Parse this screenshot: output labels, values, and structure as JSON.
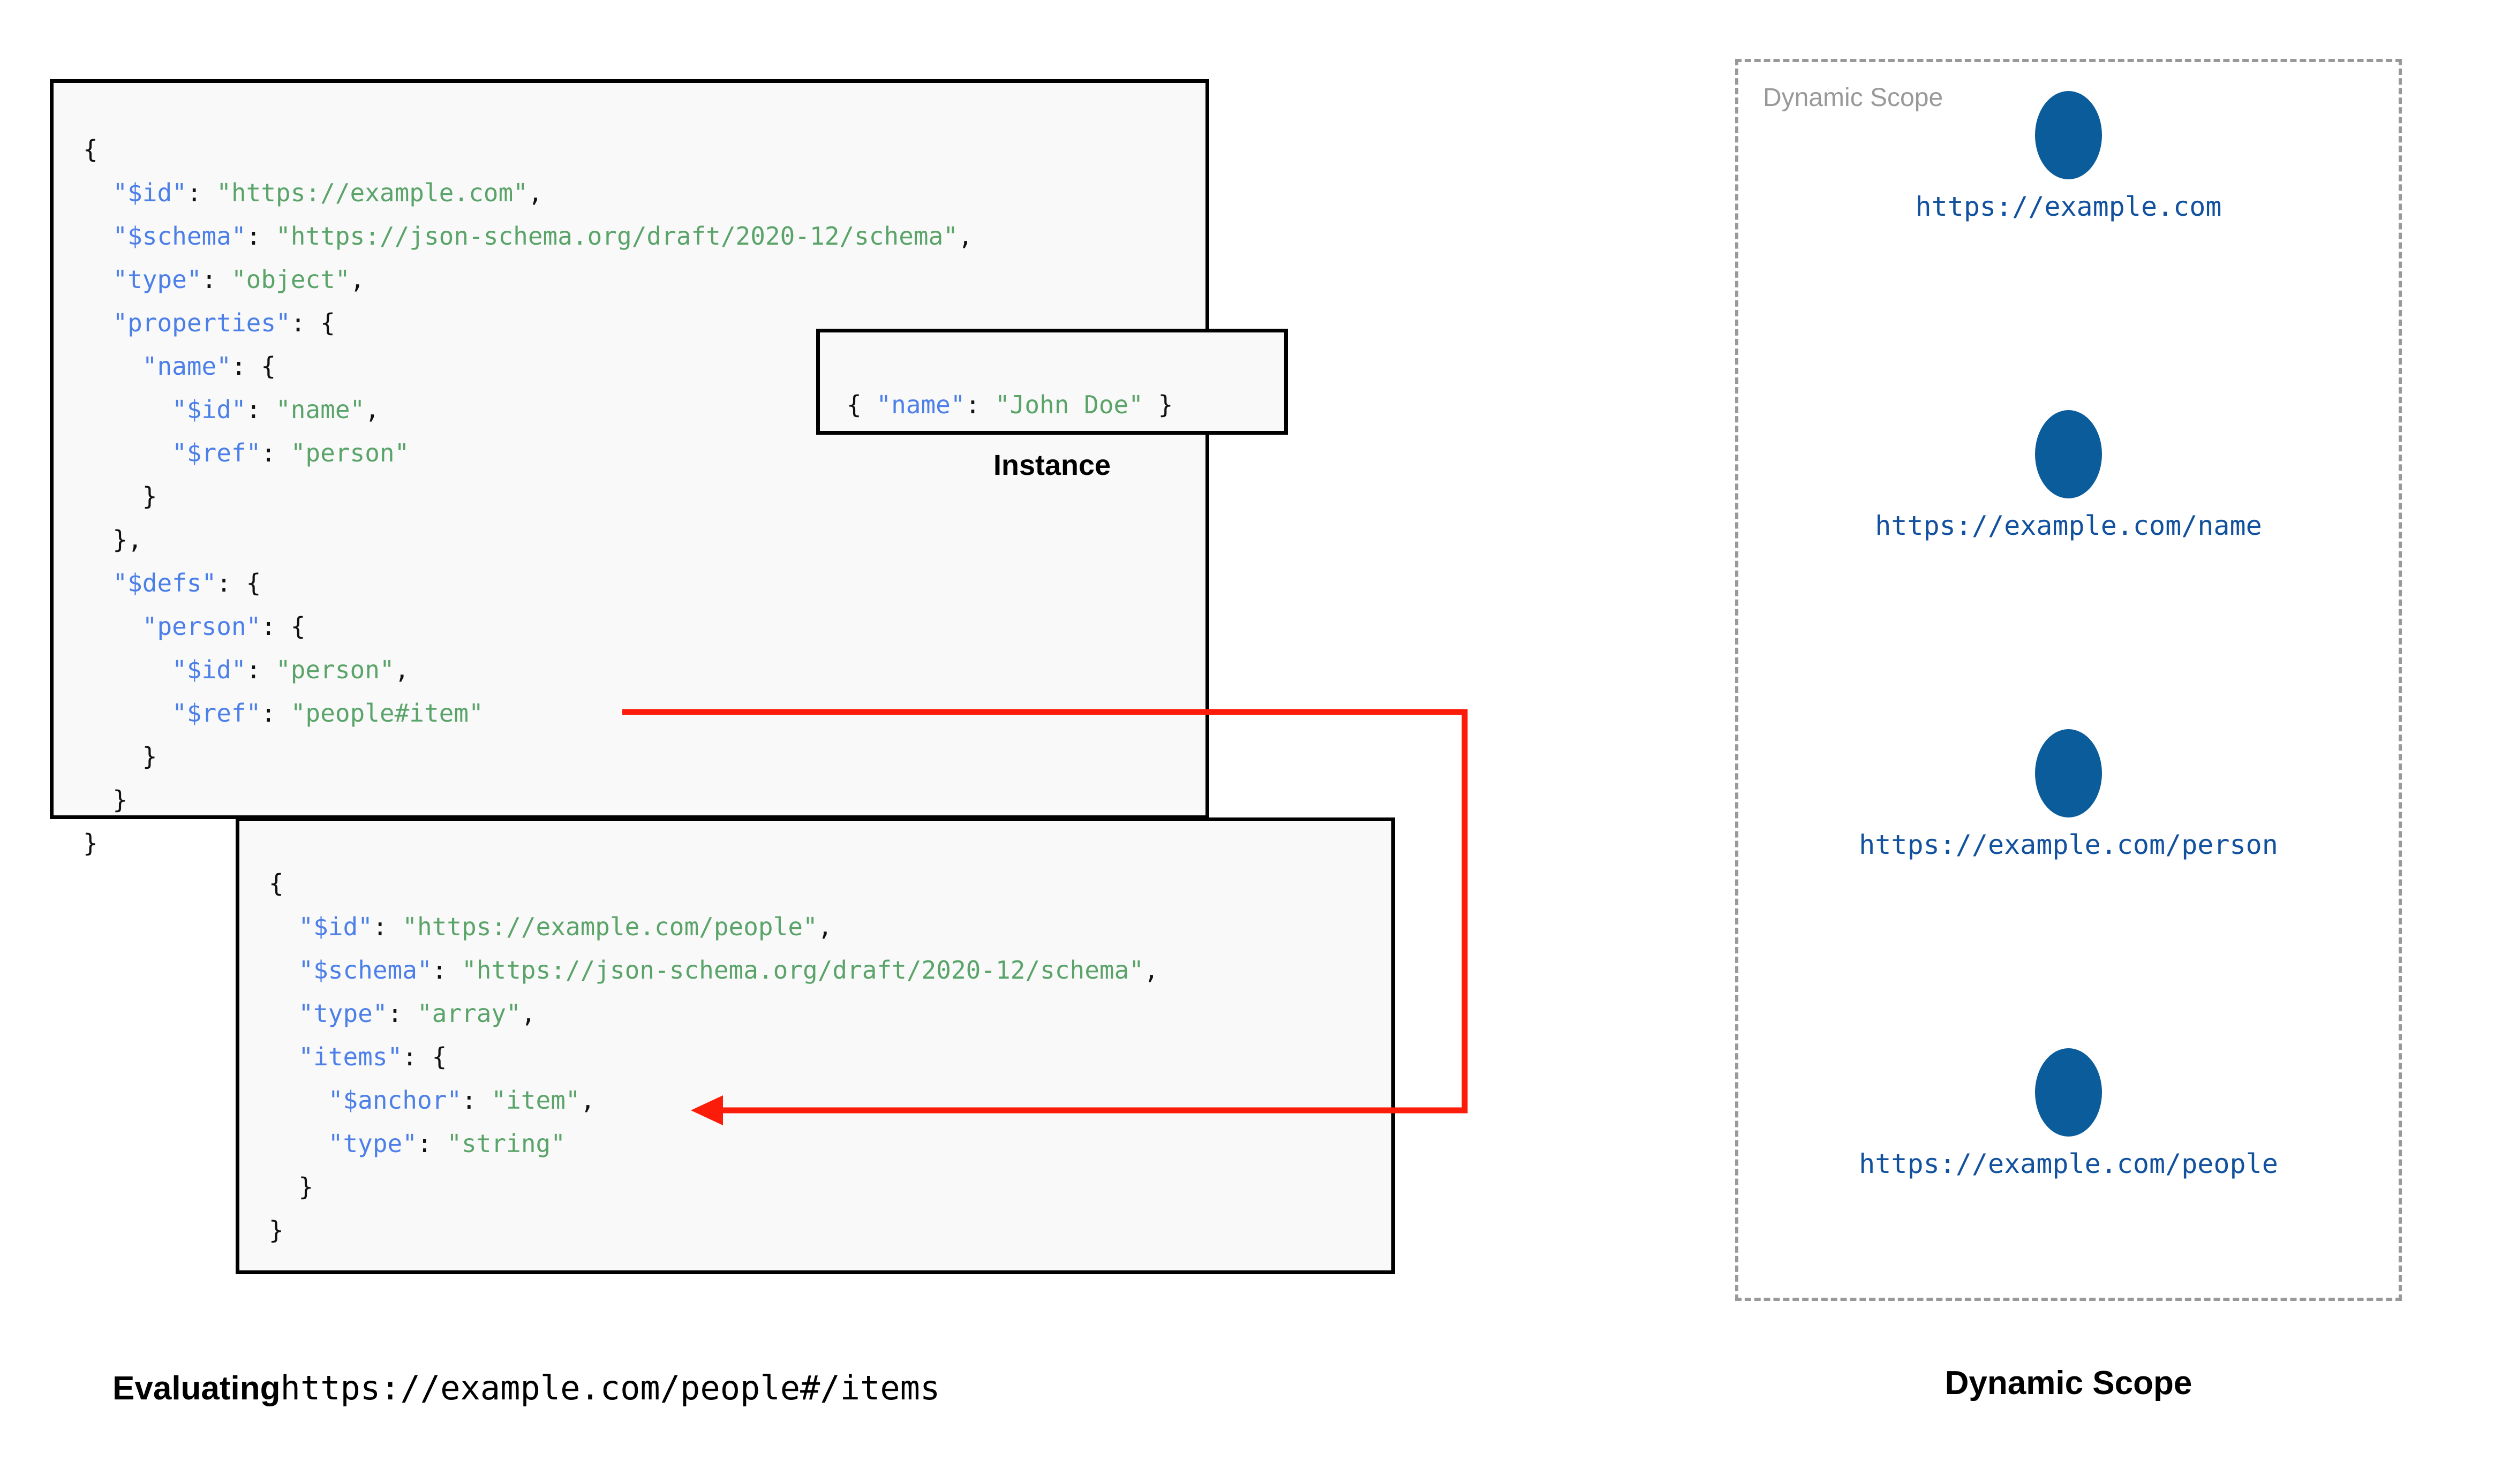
{
  "colors": {
    "json_key": "#4c7fe8",
    "json_string": "#5aa469",
    "punctuation": "#111111",
    "box_border": "#000000",
    "box_fill": "#f9f9f9",
    "ref_arrow": "#fb1c0a",
    "scope_node_fill": "#0b5c9b",
    "scope_label": "#12519e",
    "scope_border": "#999999",
    "scope_inner_label": "#999999"
  },
  "schema_root": {
    "lines": [
      [
        {
          "t": "{",
          "c": "p"
        }
      ],
      [
        {
          "t": "  ",
          "c": "p"
        },
        {
          "t": "\"$id\"",
          "c": "k"
        },
        {
          "t": ": ",
          "c": "p"
        },
        {
          "t": "\"https://example.com\"",
          "c": "s"
        },
        {
          "t": ",",
          "c": "p"
        }
      ],
      [
        {
          "t": "  ",
          "c": "p"
        },
        {
          "t": "\"$schema\"",
          "c": "k"
        },
        {
          "t": ": ",
          "c": "p"
        },
        {
          "t": "\"https://json-schema.org/draft/2020-12/schema\"",
          "c": "s"
        },
        {
          "t": ",",
          "c": "p"
        }
      ],
      [
        {
          "t": "  ",
          "c": "p"
        },
        {
          "t": "\"type\"",
          "c": "k"
        },
        {
          "t": ": ",
          "c": "p"
        },
        {
          "t": "\"object\"",
          "c": "s"
        },
        {
          "t": ",",
          "c": "p"
        }
      ],
      [
        {
          "t": "  ",
          "c": "p"
        },
        {
          "t": "\"properties\"",
          "c": "k"
        },
        {
          "t": ": {",
          "c": "p"
        }
      ],
      [
        {
          "t": "    ",
          "c": "p"
        },
        {
          "t": "\"name\"",
          "c": "k"
        },
        {
          "t": ": {",
          "c": "p"
        }
      ],
      [
        {
          "t": "      ",
          "c": "p"
        },
        {
          "t": "\"$id\"",
          "c": "k"
        },
        {
          "t": ": ",
          "c": "p"
        },
        {
          "t": "\"name\"",
          "c": "s"
        },
        {
          "t": ",",
          "c": "p"
        }
      ],
      [
        {
          "t": "      ",
          "c": "p"
        },
        {
          "t": "\"$ref\"",
          "c": "k"
        },
        {
          "t": ": ",
          "c": "p"
        },
        {
          "t": "\"person\"",
          "c": "s"
        }
      ],
      [
        {
          "t": "    }",
          "c": "p"
        }
      ],
      [
        {
          "t": "  },",
          "c": "p"
        }
      ],
      [
        {
          "t": "  ",
          "c": "p"
        },
        {
          "t": "\"$defs\"",
          "c": "k"
        },
        {
          "t": ": {",
          "c": "p"
        }
      ],
      [
        {
          "t": "    ",
          "c": "p"
        },
        {
          "t": "\"person\"",
          "c": "k"
        },
        {
          "t": ": {",
          "c": "p"
        }
      ],
      [
        {
          "t": "      ",
          "c": "p"
        },
        {
          "t": "\"$id\"",
          "c": "k"
        },
        {
          "t": ": ",
          "c": "p"
        },
        {
          "t": "\"person\"",
          "c": "s"
        },
        {
          "t": ",",
          "c": "p"
        }
      ],
      [
        {
          "t": "      ",
          "c": "p"
        },
        {
          "t": "\"$ref\"",
          "c": "k"
        },
        {
          "t": ": ",
          "c": "p"
        },
        {
          "t": "\"people#item\"",
          "c": "s"
        }
      ],
      [
        {
          "t": "    }",
          "c": "p"
        }
      ],
      [
        {
          "t": "  }",
          "c": "p"
        }
      ],
      [
        {
          "t": "}",
          "c": "p"
        }
      ]
    ]
  },
  "instance": {
    "caption": "Instance",
    "lines": [
      [
        {
          "t": "{ ",
          "c": "p"
        },
        {
          "t": "\"name\"",
          "c": "k"
        },
        {
          "t": ": ",
          "c": "p"
        },
        {
          "t": "\"John Doe\"",
          "c": "s"
        },
        {
          "t": " }",
          "c": "p"
        }
      ]
    ]
  },
  "schema_people": {
    "lines": [
      [
        {
          "t": "{",
          "c": "p"
        }
      ],
      [
        {
          "t": "  ",
          "c": "p"
        },
        {
          "t": "\"$id\"",
          "c": "k"
        },
        {
          "t": ": ",
          "c": "p"
        },
        {
          "t": "\"https://example.com/people\"",
          "c": "s"
        },
        {
          "t": ",",
          "c": "p"
        }
      ],
      [
        {
          "t": "  ",
          "c": "p"
        },
        {
          "t": "\"$schema\"",
          "c": "k"
        },
        {
          "t": ": ",
          "c": "p"
        },
        {
          "t": "\"https://json-schema.org/draft/2020-12/schema\"",
          "c": "s"
        },
        {
          "t": ",",
          "c": "p"
        }
      ],
      [
        {
          "t": "  ",
          "c": "p"
        },
        {
          "t": "\"type\"",
          "c": "k"
        },
        {
          "t": ": ",
          "c": "p"
        },
        {
          "t": "\"array\"",
          "c": "s"
        },
        {
          "t": ",",
          "c": "p"
        }
      ],
      [
        {
          "t": "  ",
          "c": "p"
        },
        {
          "t": "\"items\"",
          "c": "k"
        },
        {
          "t": ": {",
          "c": "p"
        }
      ],
      [
        {
          "t": "    ",
          "c": "p"
        },
        {
          "t": "\"$anchor\"",
          "c": "k"
        },
        {
          "t": ": ",
          "c": "p"
        },
        {
          "t": "\"item\"",
          "c": "s"
        },
        {
          "t": ",",
          "c": "p"
        }
      ],
      [
        {
          "t": "    ",
          "c": "p"
        },
        {
          "t": "\"type\"",
          "c": "k"
        },
        {
          "t": ": ",
          "c": "p"
        },
        {
          "t": "\"string\"",
          "c": "s"
        }
      ],
      [
        {
          "t": "  }",
          "c": "p"
        }
      ],
      [
        {
          "t": "}",
          "c": "p"
        }
      ]
    ]
  },
  "left_caption": {
    "bold": "Evaluating",
    "mono": "https://example.com/people#/items"
  },
  "right_caption": {
    "label": "Dynamic Scope"
  },
  "dynamic_scope": {
    "inner_label": "Dynamic Scope",
    "nodes": [
      {
        "label": "https://example.com"
      },
      {
        "label": "https://example.com/name"
      },
      {
        "label": "https://example.com/person"
      },
      {
        "label": "https://example.com/people"
      }
    ]
  }
}
